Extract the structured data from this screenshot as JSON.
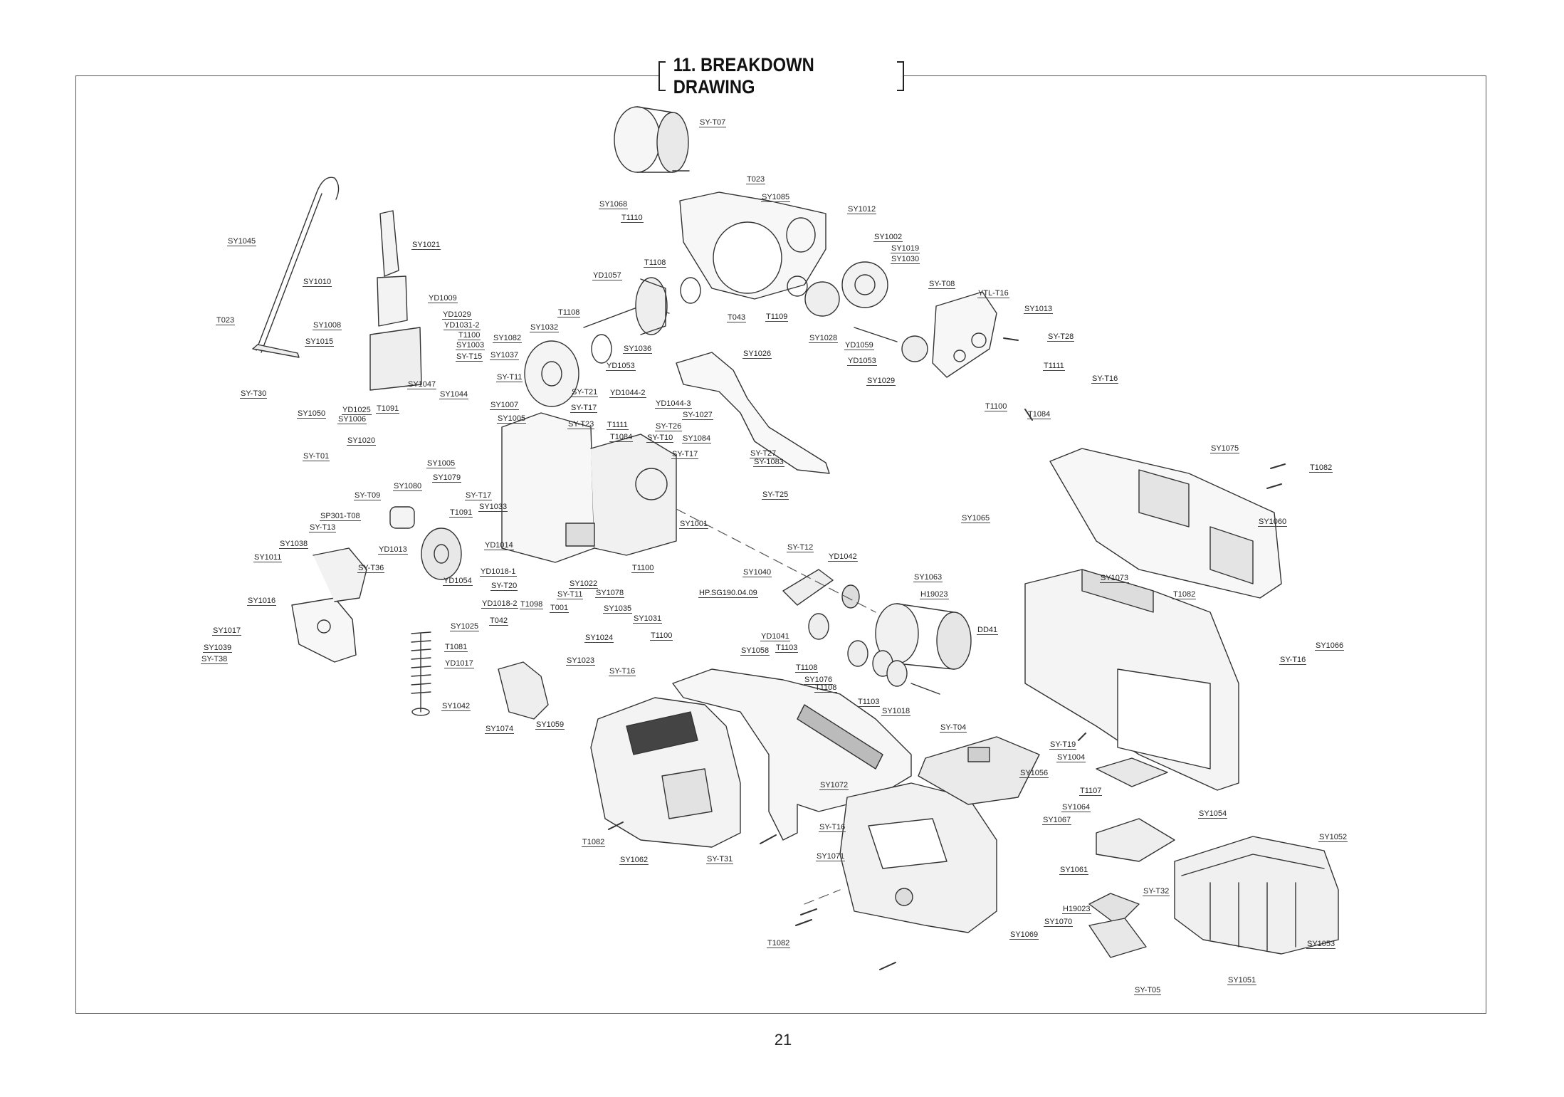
{
  "title": "11. BREAKDOWN DRAWING",
  "page_number": "21",
  "parts": [
    {
      "id": "p1",
      "label": "SY-T07"
    },
    {
      "id": "p2",
      "label": "T023"
    },
    {
      "id": "p3",
      "label": "SY1068"
    },
    {
      "id": "p4",
      "label": "T1110"
    },
    {
      "id": "p5",
      "label": "SY1085"
    },
    {
      "id": "p6",
      "label": "SY1012"
    },
    {
      "id": "p7",
      "label": "SY1002"
    },
    {
      "id": "p8",
      "label": "SY1019"
    },
    {
      "id": "p9",
      "label": "SY1030"
    },
    {
      "id": "p10",
      "label": "SY-T08"
    },
    {
      "id": "p11",
      "label": "YTL-T16"
    },
    {
      "id": "p12",
      "label": "SY1013"
    },
    {
      "id": "p13",
      "label": "SY-T28"
    },
    {
      "id": "p14",
      "label": "T1111"
    },
    {
      "id": "p15",
      "label": "T1100"
    },
    {
      "id": "p16",
      "label": "T1084"
    },
    {
      "id": "p17",
      "label": "SY-T16"
    },
    {
      "id": "p18",
      "label": "SY1075"
    },
    {
      "id": "p19",
      "label": "T1082"
    },
    {
      "id": "p20",
      "label": "SY1060"
    },
    {
      "id": "p21",
      "label": "SY1065"
    },
    {
      "id": "p22",
      "label": "SY1063"
    },
    {
      "id": "p23",
      "label": "SY1073"
    },
    {
      "id": "p24",
      "label": "H19023"
    },
    {
      "id": "p25",
      "label": "T1082"
    },
    {
      "id": "p26",
      "label": "DD41"
    },
    {
      "id": "p27",
      "label": "SY1066"
    },
    {
      "id": "p28",
      "label": "SY-T16"
    },
    {
      "id": "p29",
      "label": "YD1057"
    },
    {
      "id": "p30",
      "label": "T1108"
    },
    {
      "id": "p31",
      "label": "T043"
    },
    {
      "id": "p32",
      "label": "T1109"
    },
    {
      "id": "p33",
      "label": "SY1028"
    },
    {
      "id": "p34",
      "label": "YD1059"
    },
    {
      "id": "p35",
      "label": "YD1053"
    },
    {
      "id": "p36",
      "label": "SY1029"
    },
    {
      "id": "p37",
      "label": "SY1045"
    },
    {
      "id": "p38",
      "label": "SY1021"
    },
    {
      "id": "p39",
      "label": "SY1010"
    },
    {
      "id": "p40",
      "label": "YD1009"
    },
    {
      "id": "p41",
      "label": "T023"
    },
    {
      "id": "p42",
      "label": "SY1008"
    },
    {
      "id": "p43",
      "label": "YD1029"
    },
    {
      "id": "p44",
      "label": "YD1031-2"
    },
    {
      "id": "p45",
      "label": "T1100"
    },
    {
      "id": "p46",
      "label": "SY1003"
    },
    {
      "id": "p47",
      "label": "SY1015"
    },
    {
      "id": "p48",
      "label": "SY-T15"
    },
    {
      "id": "p49",
      "label": "SY1037"
    },
    {
      "id": "p50",
      "label": "SY1082"
    },
    {
      "id": "p51",
      "label": "SY1032"
    },
    {
      "id": "p52",
      "label": "T1108"
    },
    {
      "id": "p53",
      "label": "SY-T30"
    },
    {
      "id": "p54",
      "label": "SY1047"
    },
    {
      "id": "p55",
      "label": "SY-T11"
    },
    {
      "id": "p56",
      "label": "SY1044"
    },
    {
      "id": "p57",
      "label": "SY1050"
    },
    {
      "id": "p58",
      "label": "YD1025"
    },
    {
      "id": "p59",
      "label": "T1091"
    },
    {
      "id": "p60",
      "label": "SY1006"
    },
    {
      "id": "p61",
      "label": "SY1007"
    },
    {
      "id": "p62",
      "label": "SY1005"
    },
    {
      "id": "p63",
      "label": "SY-T21"
    },
    {
      "id": "p64",
      "label": "SY-T17"
    },
    {
      "id": "p65",
      "label": "SY1036"
    },
    {
      "id": "p66",
      "label": "YD1053"
    },
    {
      "id": "p67",
      "label": "SY1026"
    },
    {
      "id": "p68",
      "label": "YD1044-2"
    },
    {
      "id": "p69",
      "label": "YD1044-3"
    },
    {
      "id": "p70",
      "label": "SY-1027"
    },
    {
      "id": "p71",
      "label": "SY-T26"
    },
    {
      "id": "p72",
      "label": "SY1084"
    },
    {
      "id": "p73",
      "label": "SY-T27"
    },
    {
      "id": "p74",
      "label": "SY-1083"
    },
    {
      "id": "p75",
      "label": "SY-T25"
    },
    {
      "id": "p76",
      "label": "SY1020"
    },
    {
      "id": "p77",
      "label": "SY-T23"
    },
    {
      "id": "p78",
      "label": "T1111"
    },
    {
      "id": "p79",
      "label": "T1084"
    },
    {
      "id": "p80",
      "label": "SY-T10"
    },
    {
      "id": "p81",
      "label": "SY-T17"
    },
    {
      "id": "p82",
      "label": "SY-T01"
    },
    {
      "id": "p83",
      "label": "SY1005"
    },
    {
      "id": "p84",
      "label": "SY1079"
    },
    {
      "id": "p85",
      "label": "SY1080"
    },
    {
      "id": "p86",
      "label": "SY-T17"
    },
    {
      "id": "p87",
      "label": "SY-T09"
    },
    {
      "id": "p88",
      "label": "T1091"
    },
    {
      "id": "p89",
      "label": "SY1033"
    },
    {
      "id": "p90",
      "label": "SY1001"
    },
    {
      "id": "p91",
      "label": "SP301-T08"
    },
    {
      "id": "p92",
      "label": "SY-T13"
    },
    {
      "id": "p93",
      "label": "YD1013"
    },
    {
      "id": "p94",
      "label": "YD1014"
    },
    {
      "id": "p95",
      "label": "SY-T12"
    },
    {
      "id": "p96",
      "label": "YD1042"
    },
    {
      "id": "p97",
      "label": "SY1038"
    },
    {
      "id": "p98",
      "label": "SY1011"
    },
    {
      "id": "p99",
      "label": "SY-T36"
    },
    {
      "id": "p100",
      "label": "YD1054"
    },
    {
      "id": "p101",
      "label": "YD1018-1"
    },
    {
      "id": "p102",
      "label": "SY-T20"
    },
    {
      "id": "p103",
      "label": "SY1022"
    },
    {
      "id": "p104",
      "label": "T1100"
    },
    {
      "id": "p105",
      "label": "SY-T11"
    },
    {
      "id": "p106",
      "label": "SY1078"
    },
    {
      "id": "p107",
      "label": "YD1018-2"
    },
    {
      "id": "p108",
      "label": "T1098"
    },
    {
      "id": "p109",
      "label": "T001"
    },
    {
      "id": "p110",
      "label": "SY1035"
    },
    {
      "id": "p111",
      "label": "SY1040"
    },
    {
      "id": "p112",
      "label": "HP.SG190.04.09"
    },
    {
      "id": "p113",
      "label": "SY1031"
    },
    {
      "id": "p114",
      "label": "T1100"
    },
    {
      "id": "p115",
      "label": "SY1016"
    },
    {
      "id": "p116",
      "label": "SY1025"
    },
    {
      "id": "p117",
      "label": "T042"
    },
    {
      "id": "p118",
      "label": "SY1024"
    },
    {
      "id": "p119",
      "label": "SY1017"
    },
    {
      "id": "p120",
      "label": "SY1039"
    },
    {
      "id": "p121",
      "label": "SY-T38"
    },
    {
      "id": "p122",
      "label": "T1081"
    },
    {
      "id": "p123",
      "label": "SY1023"
    },
    {
      "id": "p124",
      "label": "YD1017"
    },
    {
      "id": "p125",
      "label": "YD1041"
    },
    {
      "id": "p126",
      "label": "SY1058"
    },
    {
      "id": "p127",
      "label": "T1103"
    },
    {
      "id": "p128",
      "label": "T1108"
    },
    {
      "id": "p129",
      "label": "SY1076"
    },
    {
      "id": "p130",
      "label": "T1108"
    },
    {
      "id": "p131",
      "label": "T1103"
    },
    {
      "id": "p132",
      "label": "SY1018"
    },
    {
      "id": "p133",
      "label": "SY-T16"
    },
    {
      "id": "p134",
      "label": "SY1042"
    },
    {
      "id": "p135",
      "label": "SY1074"
    },
    {
      "id": "p136",
      "label": "SY1059"
    },
    {
      "id": "p137",
      "label": "SY-T04"
    },
    {
      "id": "p138",
      "label": "SY-T19"
    },
    {
      "id": "p139",
      "label": "SY1004"
    },
    {
      "id": "p140",
      "label": "SY1056"
    },
    {
      "id": "p141",
      "label": "SY1072"
    },
    {
      "id": "p142",
      "label": "T1107"
    },
    {
      "id": "p143",
      "label": "SY1064"
    },
    {
      "id": "p144",
      "label": "SY1067"
    },
    {
      "id": "p145",
      "label": "SY1054"
    },
    {
      "id": "p146",
      "label": "SY1052"
    },
    {
      "id": "p147",
      "label": "T1082"
    },
    {
      "id": "p148",
      "label": "SY-T16"
    },
    {
      "id": "p149",
      "label": "SY1062"
    },
    {
      "id": "p150",
      "label": "SY-T31"
    },
    {
      "id": "p151",
      "label": "SY1071"
    },
    {
      "id": "p152",
      "label": "SY1061"
    },
    {
      "id": "p153",
      "label": "SY-T32"
    },
    {
      "id": "p154",
      "label": "H19023"
    },
    {
      "id": "p155",
      "label": "SY1070"
    },
    {
      "id": "p156",
      "label": "SY1069"
    },
    {
      "id": "p157",
      "label": "T1082"
    },
    {
      "id": "p158",
      "label": "SY1053"
    },
    {
      "id": "p159",
      "label": "SY1051"
    },
    {
      "id": "p160",
      "label": "SY-T05"
    }
  ]
}
